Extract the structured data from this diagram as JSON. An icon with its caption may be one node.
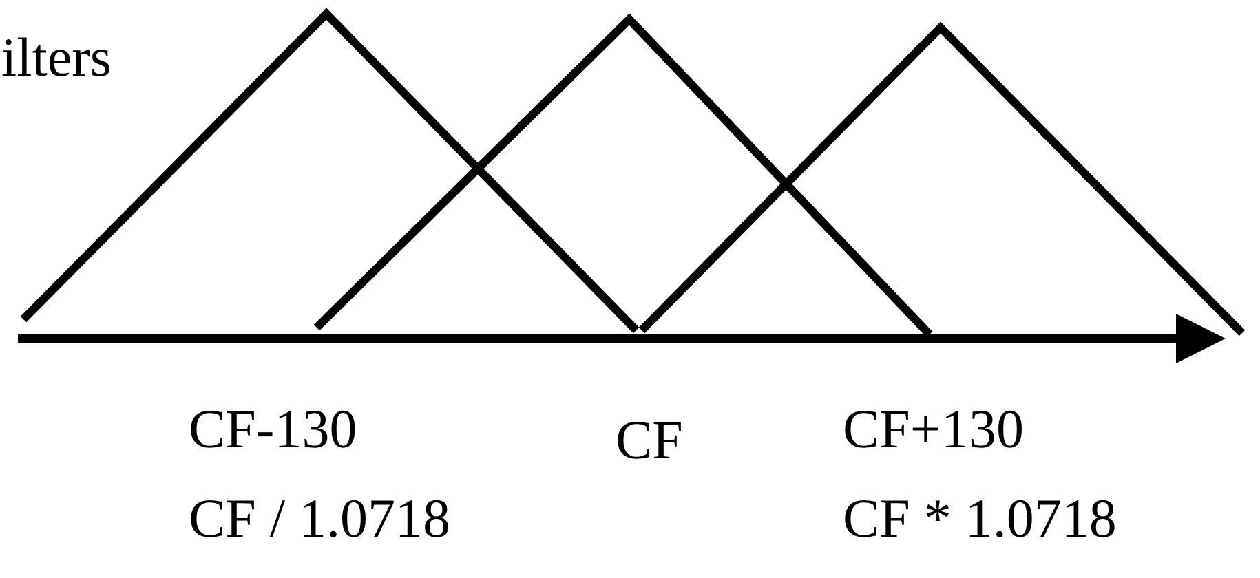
{
  "diagram": {
    "labels": [
      "ilters",
      "CF-130",
      "CF",
      "CF+130",
      "CF / 1.0718",
      "CF * 1.0718"
    ]
  }
}
